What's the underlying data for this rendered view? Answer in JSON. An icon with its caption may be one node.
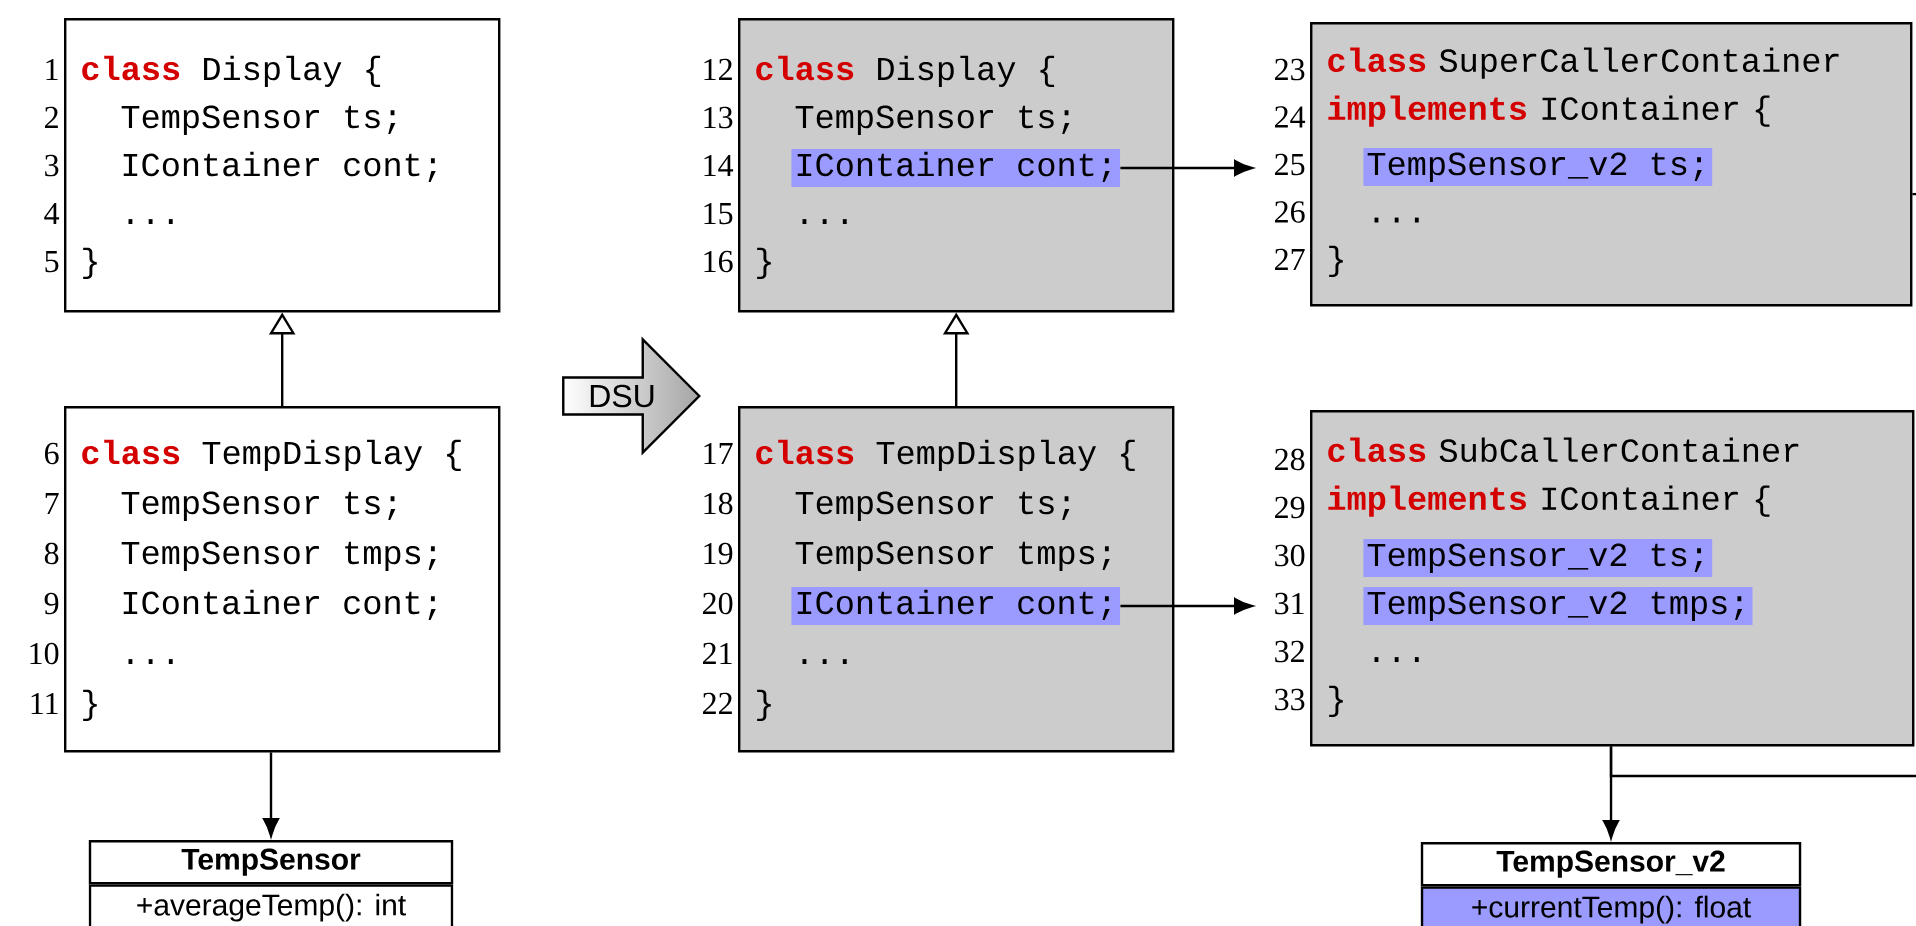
{
  "diagram": {
    "nodes": [
      {
        "text": [
          "**class** Display {",
          "TempSensor ts;",
          "IContainer cont;",
          "...",
          "}"
        ],
        "beside": [
          "1",
          "2",
          "3",
          "4",
          "5"
        ]
      },
      {
        "text": [
          "**class** TempDisplay {",
          "TempSensor ts;",
          "TempSensor tmps;",
          "IContainer cont;",
          "...",
          "}"
        ],
        "beside": [
          "6",
          "7",
          "8",
          "9",
          "10",
          "11"
        ]
      },
      {
        "text": [
          "**class** Display {",
          "TempSensor ts;",
          "...",
          "}"
        ],
        "beside": [
          "12",
          "13",
          "14",
          "15",
          "16"
        ]
      },
      {
        "text": [
          "**class** TempDisplay {",
          "TempSensor ts;",
          "TempSensor tmps;",
          "...",
          "}"
        ],
        "beside": [
          "17",
          "18",
          "19",
          "20",
          "21",
          "22"
        ]
      },
      {
        "text": [
          "**class** SuperCallerContainer **implements** IContainer {",
          "...",
          "}"
        ],
        "beside": [
          "23",
          "24",
          "25",
          "26",
          "27"
        ]
      },
      {
        "text": [
          "**class** SubCallerContainer **implements** IContainer {",
          "...",
          "}"
        ],
        "beside": [
          "28",
          "29",
          "30",
          "31",
          "32",
          "33"
        ]
      },
      {
        "text": [
          "TempSensor",
          "+averageTemp(): int"
        ]
      },
      {
        "text": [
          "TempSensor_v2",
          "+currentTemp(): float"
        ]
      },
      {
        "text": [
          "DSU"
        ]
      },
      {
        "text": [
          "IContainer cont;"
        ],
        "in": 2
      },
      {
        "text": [
          "IContainer cont;"
        ],
        "in": 3
      },
      {
        "text": [
          "TempSensor_v2 ts;"
        ],
        "in": 4
      },
      {
        "text": [
          "TempSensor_v2 ts;"
        ],
        "in": 5
      },
      {
        "text": [
          "TempSensor_v2 tmps;"
        ],
        "in": 5
      }
    ],
    "edges": [
      {
        "from": 1,
        "to": 0,
        "arrow": "to"
      },
      {
        "from": 3,
        "to": 2,
        "arrow": "to"
      },
      {
        "from": 1,
        "to": 6,
        "arrow": "to"
      },
      {
        "from": 9,
        "to": 4,
        "arrow": "to"
      },
      {
        "from": 10,
        "to": 5,
        "arrow": "to"
      },
      {
        "from": 5,
        "to": 7,
        "arrow": "to"
      },
      {
        "from": 5,
        "to": null,
        "arrow": "none"
      },
      {
        "from": 4,
        "to": null,
        "arrow": "none"
      }
    ]
  }
}
